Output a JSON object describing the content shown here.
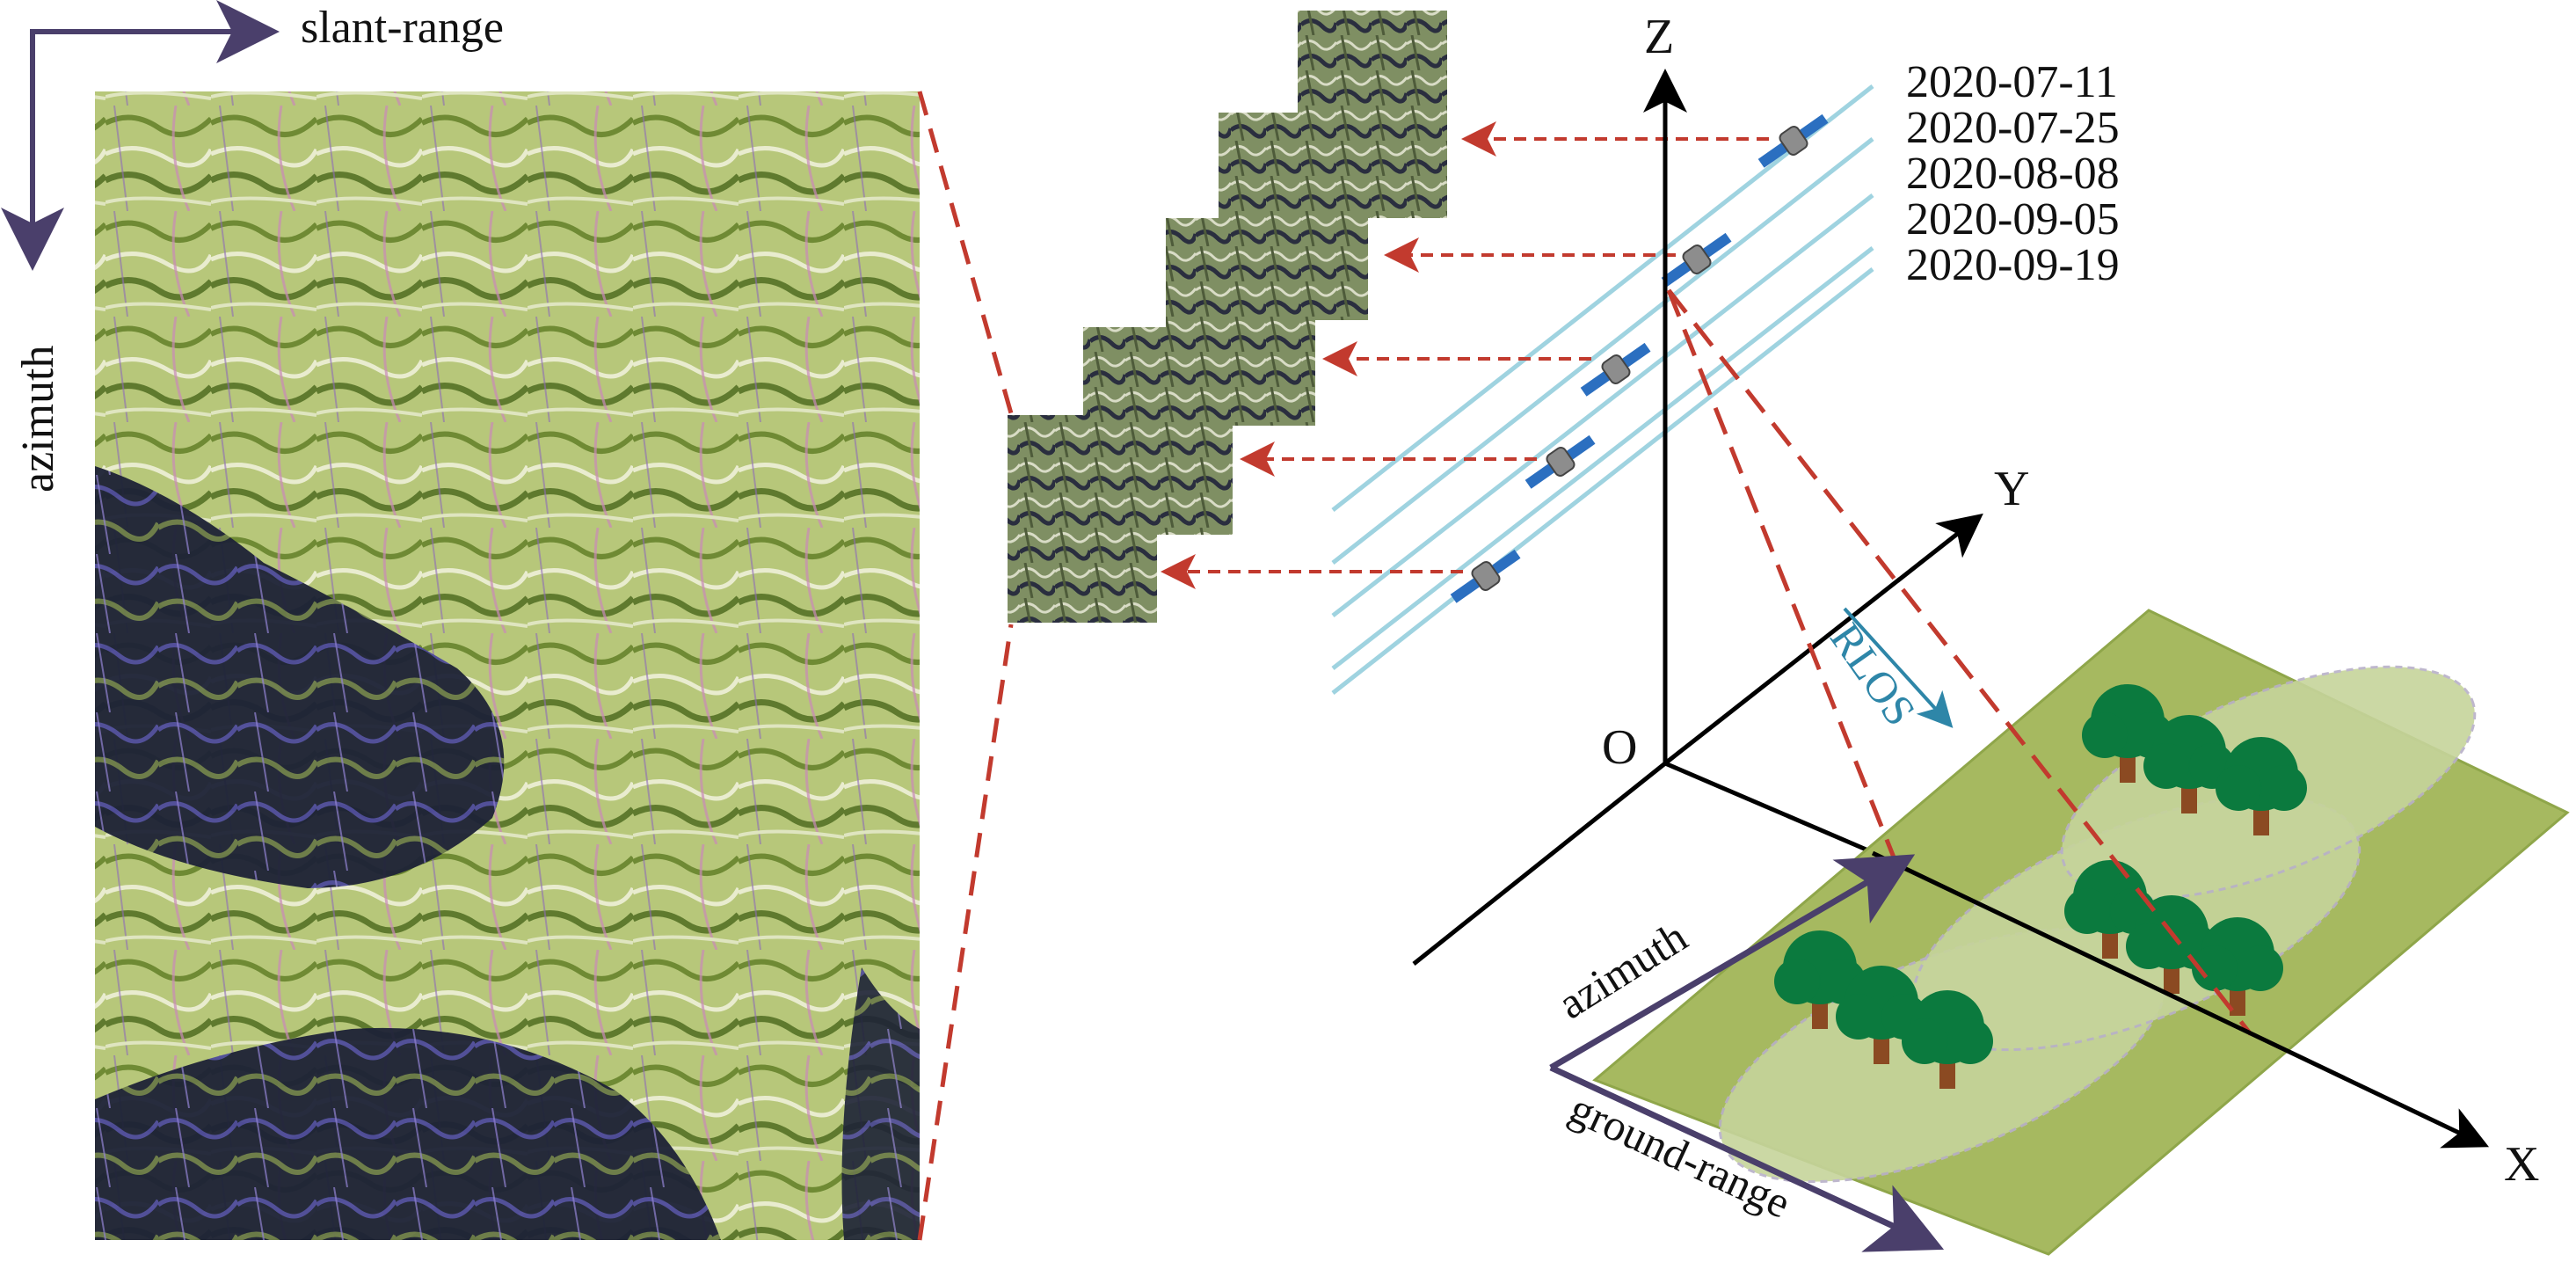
{
  "image_axes": {
    "horizontal_label": "slant-range",
    "vertical_label": "azimuth"
  },
  "stack_dates": [
    "2020-07-11",
    "2020-07-25",
    "2020-08-08",
    "2020-09-05",
    "2020-09-19"
  ],
  "axes_3d": {
    "z_label": "Z",
    "y_label": "Y",
    "x_label": "X",
    "origin_label": "O"
  },
  "look_direction_label": "RLOS",
  "ground_axes": {
    "azimuth_label": "azimuth",
    "range_label": "ground-range"
  },
  "colors": {
    "arrow_purple": "#4a3f6b",
    "dashed_red": "#c23a2e",
    "orbit_blue": "#9fd3e0",
    "ground_green": "#a6b960",
    "tree_green": "#0b7a3e",
    "trunk_brown": "#8b4a22",
    "rlos_blue": "#2e86a8"
  }
}
